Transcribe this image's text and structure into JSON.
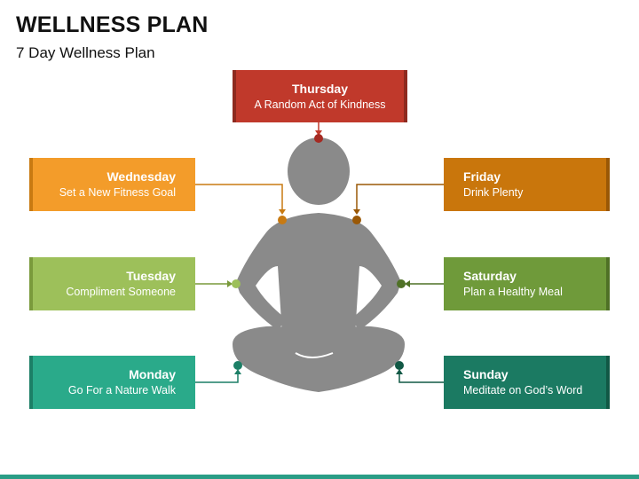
{
  "header": {
    "title": "WELLNESS PLAN",
    "subtitle": "7 Day Wellness Plan"
  },
  "days": {
    "thursday": {
      "day": "Thursday",
      "activity": "A Random Act of Kindness",
      "color": "#c0392b",
      "dark": "#8e2a1f"
    },
    "wednesday": {
      "day": "Wednesday",
      "activity": "Set a New Fitness Goal",
      "color": "#f39c2a",
      "dark": "#c87a12"
    },
    "friday": {
      "day": "Friday",
      "activity": "Drink Plenty",
      "color": "#c9760c",
      "dark": "#9a5806"
    },
    "tuesday": {
      "day": "Tuesday",
      "activity": "Compliment Someone",
      "color": "#9dc05a",
      "dark": "#7a9a3c"
    },
    "saturday": {
      "day": "Saturday",
      "activity": "Plan a Healthy Meal",
      "color": "#6f9a3a",
      "dark": "#4f7126"
    },
    "monday": {
      "day": "Monday",
      "activity": "Go For a Nature Walk",
      "color": "#2aaa8a",
      "dark": "#1c7f66"
    },
    "sunday": {
      "day": "Sunday",
      "activity": "Meditate on God’s Word",
      "color": "#1b7a62",
      "dark": "#115845"
    }
  },
  "figure": {
    "color": "#8a8a8a"
  },
  "accent_bar_color": "#2a9d86"
}
